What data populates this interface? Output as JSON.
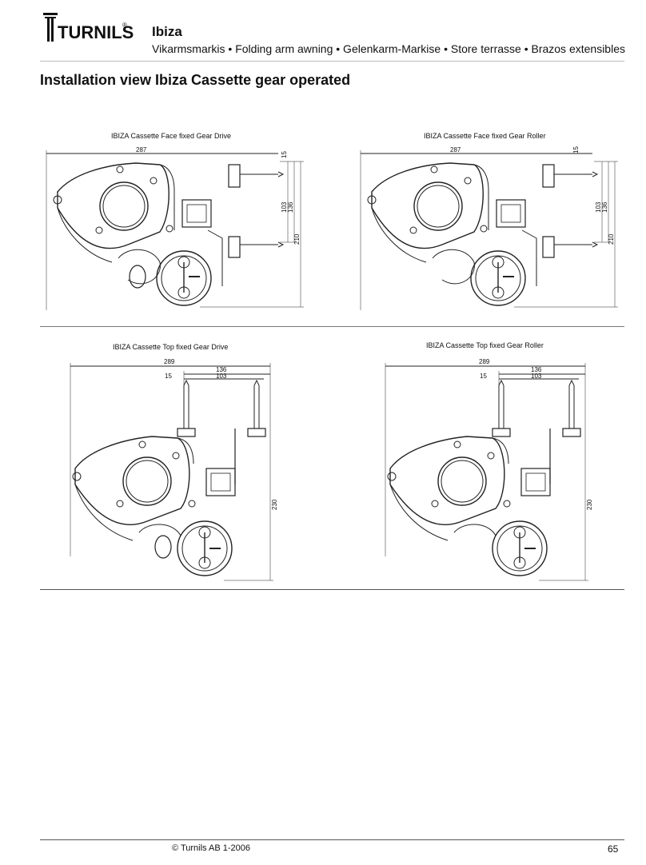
{
  "header": {
    "brand": "TURNILS",
    "brand_mark": "®",
    "product": "Ibiza",
    "subtitle": "Vikarmsmarkis • Folding arm awning • Gelenkarm-Markise • Store terrasse • Brazos extensibles"
  },
  "section_title": "Installation view Ibiza Cassette gear operated",
  "drawings": [
    {
      "caption": "IBIZA Cassette Face fixed Gear Drive",
      "dims": {
        "width": "287",
        "d15": "15",
        "d103": "103",
        "d136": "136",
        "d210": "210"
      }
    },
    {
      "caption": "IBIZA Cassette Face fixed Gear Roller",
      "dims": {
        "width": "287",
        "d15": "15",
        "d103": "103",
        "d136": "136",
        "d210": "210"
      }
    },
    {
      "caption": "IBIZA Cassette Top fixed Gear Drive",
      "dims": {
        "width": "289",
        "d136": "136",
        "d15": "15",
        "d103": "103",
        "d230": "230"
      }
    },
    {
      "caption": "IBIZA Cassette Top fixed Gear Roller",
      "dims": {
        "width": "289",
        "d136": "136",
        "d15": "15",
        "d103": "103",
        "d230": "230"
      }
    }
  ],
  "footer": {
    "copyright": "© Turnils AB 1-2006",
    "page_number": "65"
  }
}
